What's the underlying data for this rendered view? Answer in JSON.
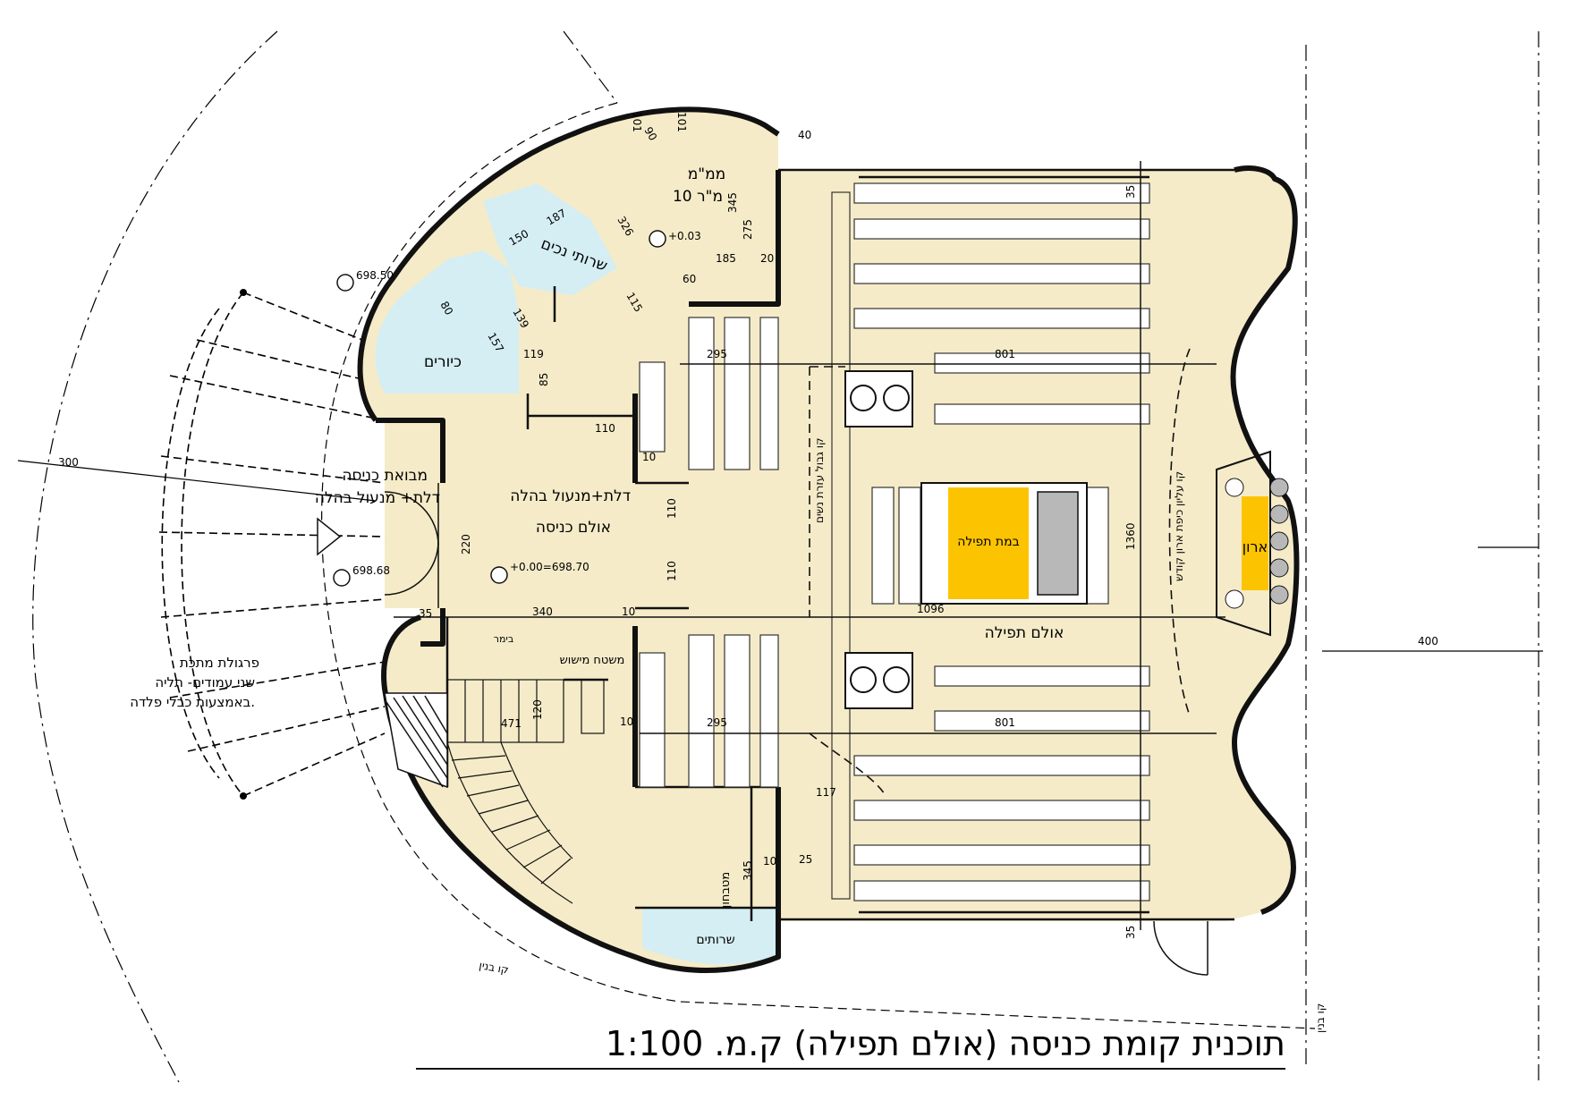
{
  "title": "תוכנית קומת כניסה (אולם תפילה) ק.מ. 1:100",
  "colors": {
    "floor": "#f5ebc8",
    "wet": "#d4eef3",
    "bima": "#fcc400",
    "aron": "#fcc400",
    "wall": "#111111",
    "grey": "#b8b8b8"
  },
  "rooms": {
    "mamad": "ממ\"מ",
    "mamad_area": "10 מ\"ר",
    "toilets_top": "שרותי נכים",
    "kiyor": "כיורים",
    "entrance": "מבואת כניסה",
    "entrance_door": "דלת+ מנעול בהלה",
    "door_lock": "דלת+מנעול בהלה",
    "hall": "אולם כניסה",
    "prayer_hall": "אולם תפילה",
    "bima": "במת תפילה",
    "aron": "ארון",
    "kitchen": "מטבחון",
    "toilets_bottom": "שרותים",
    "stairs_label": "משטח מישוש",
    "storage": "בימר"
  },
  "notes": {
    "pergola_1": "פרגולת מתכת",
    "pergola_2": "שני עמודים- תליה",
    "pergola_3": "באמצעות כבלי פלדה.",
    "building_line_left": "קו בנין",
    "building_line_right": "קו בנין",
    "women_line": "קו גבול עזרת נשים",
    "upper_line": "קו עליון כיפת ארון קודש"
  },
  "elevations": {
    "zero": "+0.00=698.70",
    "mamad": "+0.03",
    "top_left": "698.50",
    "entrance": "698.68"
  },
  "dimensions": {
    "d300": "300",
    "d400": "400",
    "d801a": "801",
    "d801b": "801",
    "d295a": "295",
    "d295b": "295",
    "d1096": "1096",
    "d1360": "1360",
    "d340": "340",
    "d220": "220",
    "d110a": "110",
    "d110b": "110",
    "d110c": "110",
    "d10a": "10",
    "d10b": "10",
    "d10c": "10",
    "d10d": "10",
    "d35a": "35",
    "d35b": "35",
    "d35c": "35",
    "d471": "471",
    "d120": "120",
    "d117": "117",
    "d345a": "345",
    "d345b": "345",
    "d275": "275",
    "d185": "185",
    "d20": "20",
    "d60": "60",
    "d115": "115",
    "d326": "326",
    "d40": "40",
    "d25": "25",
    "d119": "119",
    "d85": "85",
    "d157": "157",
    "d139": "139",
    "d80": "80",
    "d150": "150",
    "d187": "187",
    "d101a": "101",
    "d101b": "101",
    "d90": "90"
  }
}
